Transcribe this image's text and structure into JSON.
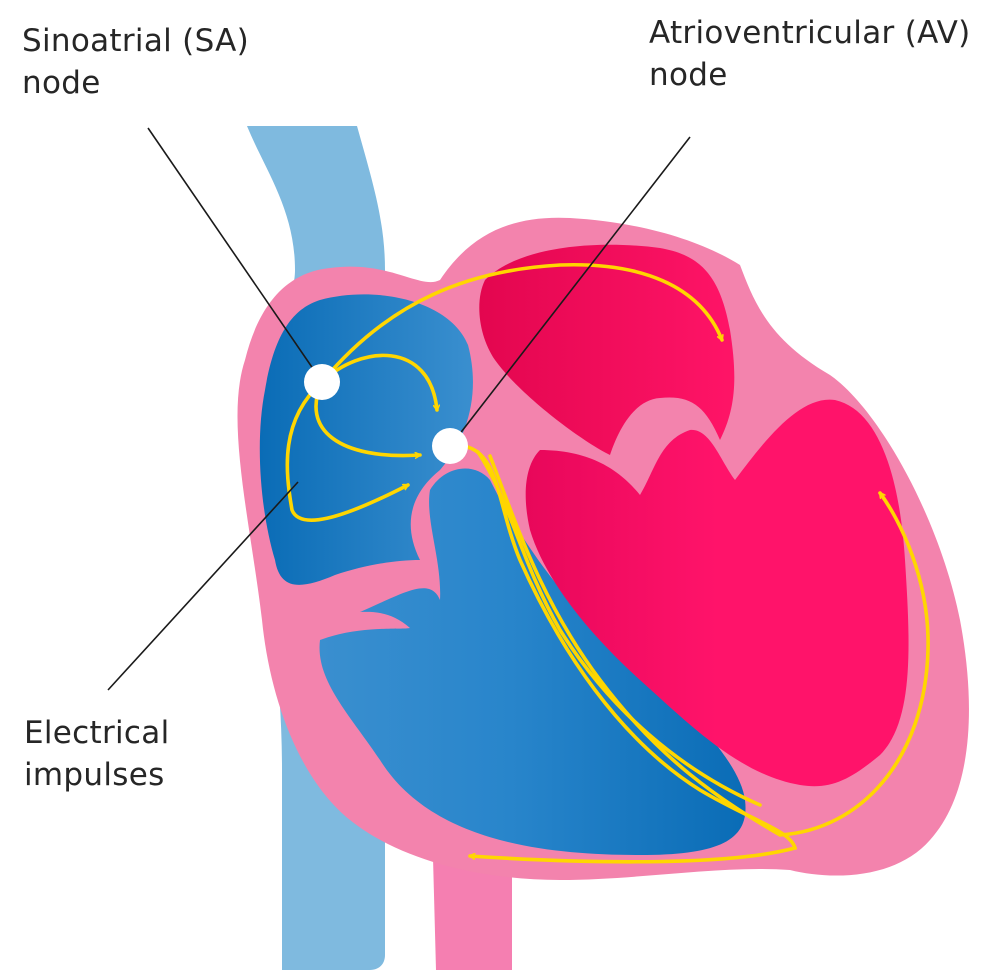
{
  "labels": {
    "sa_node": {
      "line1": "Sinoatrial (SA)",
      "line2": "node"
    },
    "av_node": {
      "line1": "Atrioventricular (AV)",
      "line2": "node"
    },
    "impulses": {
      "line1": "Electrical",
      "line2": "impulses"
    }
  },
  "colors": {
    "vena_cava": "#7fbadf",
    "aorta_stub": "#f57fb1",
    "heart_wall": "#f383ad",
    "heart_wall_light": "#f496b9",
    "right_side_dark": "#0a6cb6",
    "right_side_light": "#3a8fcf",
    "left_side": "#f5105f",
    "left_side_dark": "#e8075a",
    "pathway": "#ffd600",
    "node": "#ffffff",
    "leader_line": "#1a1a1a"
  }
}
